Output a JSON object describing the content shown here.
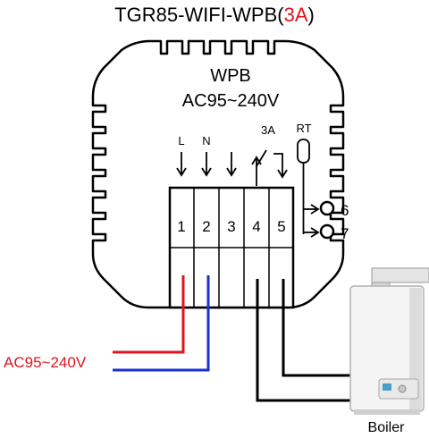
{
  "title": {
    "main": "TGR85-WIFI-WPB(",
    "rating": "3A",
    "close": ")"
  },
  "module": {
    "name": "WPB",
    "voltage": "AC95~240V"
  },
  "terminal_labels": {
    "live": "L",
    "neutral": "N",
    "relay": "3A",
    "sensor": "RT"
  },
  "terminals": [
    "1",
    "2",
    "3",
    "4",
    "5"
  ],
  "sensor_terminals": [
    "6",
    "7"
  ],
  "supply_label": "AC95~240V",
  "boiler_label": "Boiler",
  "colors": {
    "live_wire": "#e0141e",
    "neutral_wire": "#1a2fd6",
    "signal_wire": "#000000",
    "rating_text": "#e0141e",
    "supply_text": "#e0141e"
  }
}
